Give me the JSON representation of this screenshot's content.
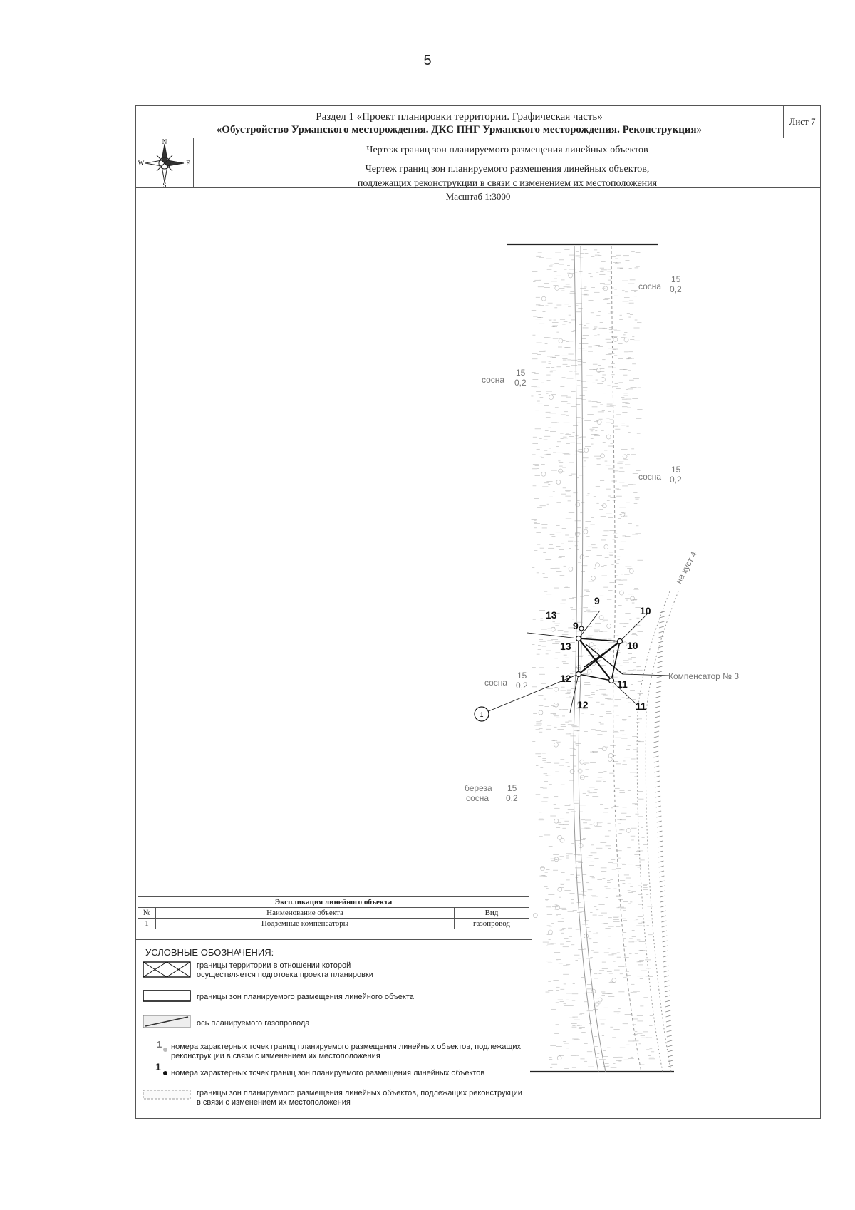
{
  "page_number": "5",
  "header": {
    "line1": "Раздел 1 «Проект планировки территории. Графическая часть»",
    "line2": "«Обустройство Урманского месторождения. ДКС ПНГ Урманского месторождения. Реконструкция»",
    "sheet": "Лист 7"
  },
  "compass": {
    "n": "N",
    "s": "S",
    "w": "W",
    "e": "E"
  },
  "subtitle": {
    "line1": "Чертеж границ зон планируемого размещения линейных объектов",
    "line2": "Чертеж границ зон планируемого размещения линейных объектов,",
    "line3": "подлежащих реконструкции в связи с изменением их местоположения"
  },
  "scale": "Масштаб 1:3000",
  "map": {
    "tree_label": "сосна",
    "birch_label": "береза",
    "fraction_top": "15",
    "fraction_bottom": "0,2",
    "road_label": "на куст 4",
    "compensator_label": "Компенсатор № 3",
    "object_marker": "1",
    "points": [
      "9",
      "10",
      "11",
      "12",
      "13"
    ]
  },
  "explication": {
    "title": "Экспликация линейного объекта",
    "headers": [
      "№",
      "Наименование объекта",
      "Вид"
    ],
    "rows": [
      [
        "1",
        "Подземные компенсаторы",
        "газопровод"
      ]
    ]
  },
  "legend": {
    "title": "УСЛОВНЫЕ ОБОЗНАЧЕНИЯ:",
    "items": [
      "границы территории в отношении которой осуществляется подготовка проекта планировки",
      "границы зон планируемого размещения линейного объекта",
      "ось планируемого газопровода",
      "номера характерных точек границ планируемого размещения линейных объектов, подлежащих реконструкции в связи с изменением их местоположения",
      "номера характерных точек границ зон планируемого размещения линейных объектов",
      "границы зон планируемого размещения линейных объектов, подлежащих реконструкции в связи с изменением их местоположения"
    ],
    "marker_number": "1"
  }
}
